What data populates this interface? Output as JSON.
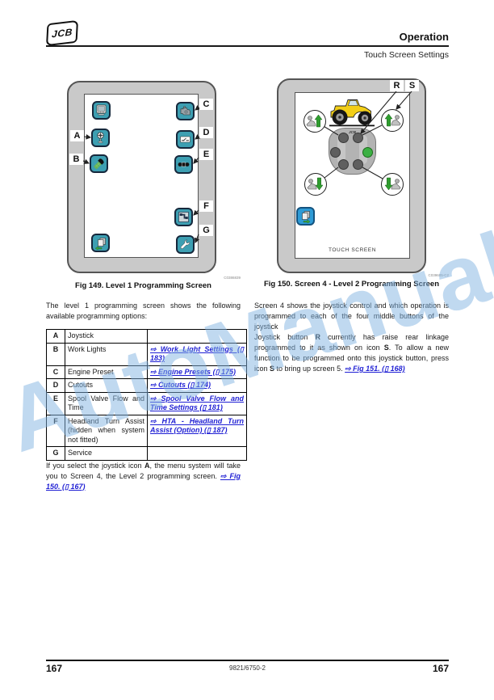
{
  "header": {
    "logo_text": "JCB",
    "section_title": "Operation",
    "page_subtitle": "Touch Screen Settings"
  },
  "watermark_text": "AutoManual",
  "figures": {
    "fig149": {
      "caption": "Fig 149. Level 1 Programming Screen",
      "illustration_code": "C0386839",
      "callouts": {
        "a": "A",
        "b": "B",
        "c": "C",
        "d": "D",
        "e": "E",
        "f": "F",
        "g": "G"
      },
      "icon_names": {
        "display-icon": "screen glyph",
        "joystick-icon": "joystick crosshair glyph",
        "work-light-icon": "lamp with green beam",
        "pages-exit-icon": "stacked pages with green left arrow",
        "engine-icon": "engine silhouette",
        "cutout-icon": "switch contact glyph",
        "spool-valve-icon": "black spool glyph",
        "hta-icon": "headland turn path glyph",
        "service-icon": "wrench glyph"
      }
    },
    "fig150": {
      "caption": "Fig 150. Screen 4 - Level 2 Programming Screen",
      "illustration_code": "C039605-C2",
      "callouts": {
        "r": "R",
        "s": "S"
      },
      "joystick_logo": "JCB",
      "touch_screen_label": "TOUCH SCREEN",
      "icon_names": {
        "linkage-raise-icon": "hitch with green up arrow",
        "linkage-lower-icon": "hitch with green down arrow",
        "pages-forward-icon": "stacked pages with green right arrow",
        "tractor-illustration": "yellow JCB Fastrac side view"
      }
    }
  },
  "left_column": {
    "intro": "The level 1 programming screen shows the following available programming options:",
    "options_table": {
      "rows": [
        {
          "key": "A",
          "option": "Joystick",
          "link": ""
        },
        {
          "key": "B",
          "option": "Work Lights",
          "link": "⇨ Work Light Settings (▯ 183)"
        },
        {
          "key": "C",
          "option": "Engine Preset",
          "link": "⇨ Engine Presets (▯ 175)"
        },
        {
          "key": "D",
          "option": "Cutouts",
          "link": "⇨ Cutouts (▯ 174)"
        },
        {
          "key": "E",
          "option": "Spool Valve Flow and Time",
          "link": "⇨ Spool Valve Flow and Time Settings (▯ 181)"
        },
        {
          "key": "F",
          "option": "Headland Turn Assist (hidden when system not fitted)",
          "link": "⇨ HTA - Headland Turn Assist (Option) (▯ 187)"
        },
        {
          "key": "G",
          "option": "Service",
          "link": ""
        }
      ]
    },
    "outro": {
      "part1": "If you select the joystick icon ",
      "bold1": "A",
      "part2": ", the menu system will take you to Screen 4, the Level 2 programming screen. ",
      "link": "⇨ Fig 150. (▯ 167)"
    }
  },
  "right_column": {
    "para1": "Screen 4 shows the joystick control and which operation is programmed to each of the four middle buttons of the joystick",
    "para2": {
      "part1": "Joystick button ",
      "bold1": "R",
      "part2": " currently has raise rear linkage programmed to it as shown on icon ",
      "bold2": "S",
      "part3": ". To allow a new function to be programmed onto this joystick button, press icon ",
      "bold3": "S",
      "part4": " to bring up screen 5. ",
      "link": "⇨ Fig 151. (▯ 168)"
    }
  },
  "footer": {
    "page_number_left": "167",
    "publication_number": "9821/6750-2",
    "page_number_right": "167"
  }
}
